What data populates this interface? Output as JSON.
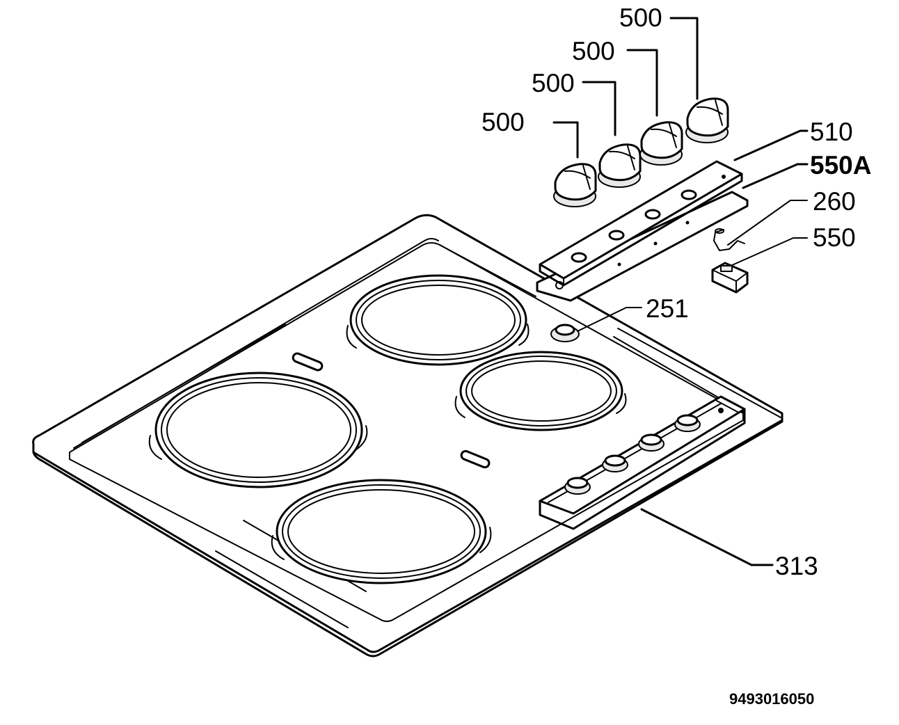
{
  "labels": {
    "knob_1": "500",
    "knob_2": "500",
    "knob_3": "500",
    "knob_4": "500",
    "panel": "510",
    "panel_back": "550A",
    "clip": "260",
    "connector": "550",
    "indicator": "251",
    "hob": "313"
  },
  "document_number": "9493016050"
}
